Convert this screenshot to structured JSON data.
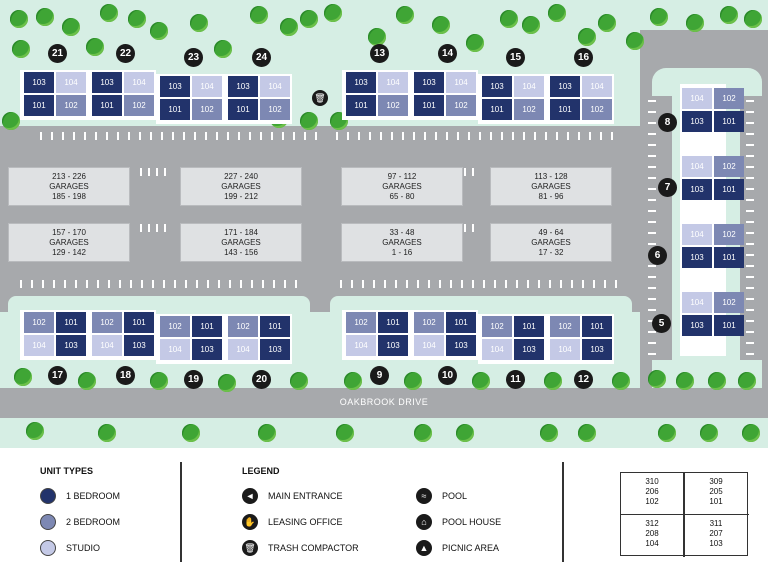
{
  "map": {
    "road_name": "OAKBROOK DRIVE",
    "buildings": [
      {
        "num": "21",
        "units": [
          [
            "103",
            "104"
          ],
          [
            "101",
            "102"
          ]
        ]
      },
      {
        "num": "22",
        "units": [
          [
            "103",
            "104"
          ],
          [
            "101",
            "102"
          ]
        ]
      },
      {
        "num": "23",
        "units": [
          [
            "103",
            "104"
          ],
          [
            "101",
            "102"
          ]
        ]
      },
      {
        "num": "24",
        "units": [
          [
            "103",
            "104"
          ],
          [
            "101",
            "102"
          ]
        ]
      },
      {
        "num": "13",
        "units": [
          [
            "103",
            "104"
          ],
          [
            "101",
            "102"
          ]
        ]
      },
      {
        "num": "14",
        "units": [
          [
            "103",
            "104"
          ],
          [
            "101",
            "102"
          ]
        ]
      },
      {
        "num": "15",
        "units": [
          [
            "103",
            "104"
          ],
          [
            "101",
            "102"
          ]
        ]
      },
      {
        "num": "16",
        "units": [
          [
            "103",
            "104"
          ],
          [
            "101",
            "102"
          ]
        ]
      },
      {
        "num": "17",
        "units": [
          [
            "102",
            "101"
          ],
          [
            "104",
            "103"
          ]
        ]
      },
      {
        "num": "18",
        "units": [
          [
            "102",
            "101"
          ],
          [
            "104",
            "103"
          ]
        ]
      },
      {
        "num": "19",
        "units": [
          [
            "102",
            "101"
          ],
          [
            "104",
            "103"
          ]
        ]
      },
      {
        "num": "20",
        "units": [
          [
            "102",
            "101"
          ],
          [
            "104",
            "103"
          ]
        ]
      },
      {
        "num": "9",
        "units": [
          [
            "102",
            "101"
          ],
          [
            "104",
            "103"
          ]
        ]
      },
      {
        "num": "10",
        "units": [
          [
            "102",
            "101"
          ],
          [
            "104",
            "103"
          ]
        ]
      },
      {
        "num": "11",
        "units": [
          [
            "102",
            "101"
          ],
          [
            "104",
            "103"
          ]
        ]
      },
      {
        "num": "12",
        "units": [
          [
            "102",
            "101"
          ],
          [
            "104",
            "103"
          ]
        ]
      },
      {
        "num": "8",
        "units": [
          [
            "104",
            "102"
          ],
          [
            "103",
            "101"
          ]
        ]
      },
      {
        "num": "7",
        "units": [
          [
            "104",
            "102"
          ],
          [
            "103",
            "101"
          ]
        ]
      },
      {
        "num": "6",
        "units": [
          [
            "104",
            "102"
          ],
          [
            "103",
            "101"
          ]
        ]
      },
      {
        "num": "5",
        "units": [
          [
            "104",
            "102"
          ],
          [
            "103",
            "101"
          ]
        ]
      }
    ],
    "garages": [
      {
        "line1": "213 - 226",
        "line2": "GARAGES",
        "line3": "185 - 198"
      },
      {
        "line1": "227 - 240",
        "line2": "GARAGES",
        "line3": "199 - 212"
      },
      {
        "line1": "97 - 112",
        "line2": "GARAGES",
        "line3": "65 - 80"
      },
      {
        "line1": "113 - 128",
        "line2": "GARAGES",
        "line3": "81 - 96"
      },
      {
        "line1": "157 - 170",
        "line2": "GARAGES",
        "line3": "129 - 142"
      },
      {
        "line1": "171 - 184",
        "line2": "GARAGES",
        "line3": "143 - 156"
      },
      {
        "line1": "33 - 48",
        "line2": "GARAGES",
        "line3": "1 - 16"
      },
      {
        "line1": "49 - 64",
        "line2": "GARAGES",
        "line3": "17 - 32"
      }
    ]
  },
  "legend": {
    "unit_types_title": "UNIT TYPES",
    "unit_types": [
      {
        "label": "1 BEDROOM",
        "color": "#22336b"
      },
      {
        "label": "2 BEDROOM",
        "color": "#7d88b3"
      },
      {
        "label": "STUDIO",
        "color": "#c4c9e6"
      }
    ],
    "legend_title": "LEGEND",
    "items_left": [
      {
        "label": "MAIN ENTRANCE",
        "icon": "navigation-arrow-icon"
      },
      {
        "label": "LEASING OFFICE",
        "icon": "handshake-icon"
      },
      {
        "label": "TRASH COMPACTOR",
        "icon": "trash-icon"
      }
    ],
    "items_right": [
      {
        "label": "POOL",
        "icon": "swimmer-icon"
      },
      {
        "label": "POOL HOUSE",
        "icon": "house-icon"
      },
      {
        "label": "PICNIC AREA",
        "icon": "picnic-table-icon"
      }
    ],
    "key": [
      [
        "310",
        "206",
        "102"
      ],
      [
        "309",
        "205",
        "101"
      ],
      [
        "312",
        "208",
        "104"
      ],
      [
        "311",
        "207",
        "103"
      ]
    ]
  }
}
